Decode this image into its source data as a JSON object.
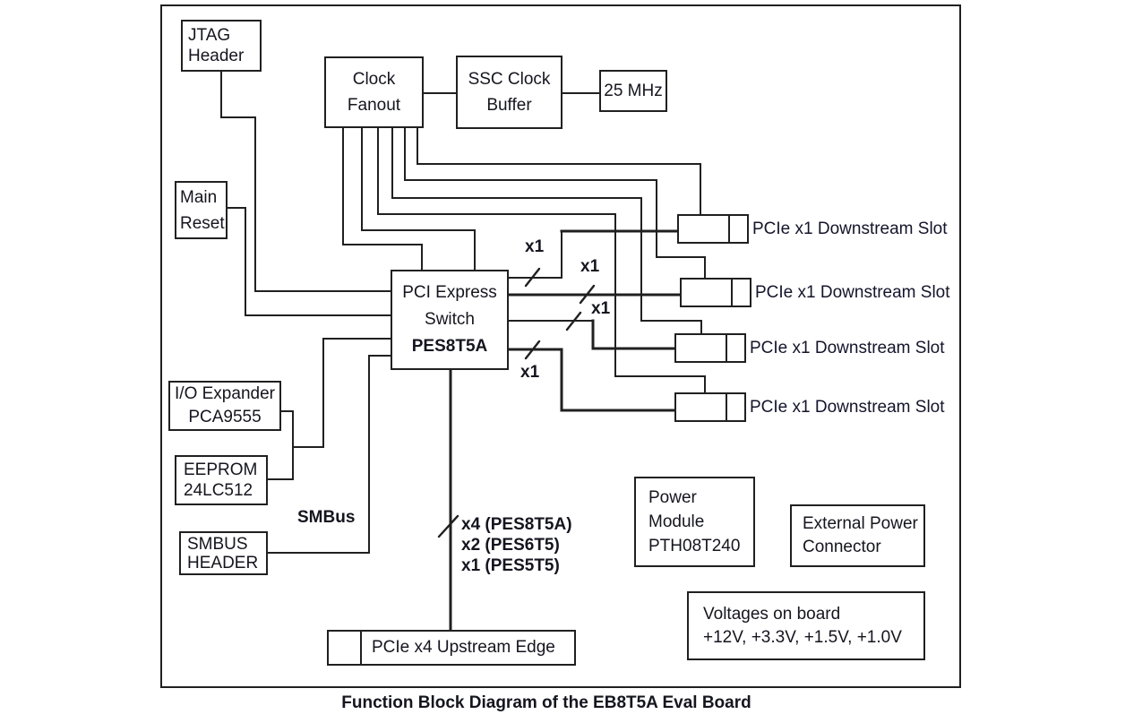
{
  "diagram": {
    "caption": "Function Block Diagram of the EB8T5A Eval Board",
    "boxes": {
      "jtag": {
        "line1": "JTAG",
        "line2": "Header"
      },
      "clock_fanout": {
        "line1": "Clock",
        "line2": "Fanout"
      },
      "ssc_clock_buffer": {
        "line1": "SSC Clock",
        "line2": "Buffer"
      },
      "clock_25mhz": {
        "label": "25 MHz"
      },
      "main_reset": {
        "line1": "Main",
        "line2": "Reset"
      },
      "pci_switch": {
        "line1": "PCI Express",
        "line2": "Switch",
        "line3": "PES8T5A"
      },
      "io_expander": {
        "line1": "I/O Expander",
        "line2": "PCA9555"
      },
      "eeprom": {
        "line1": "EEPROM",
        "line2": "24LC512"
      },
      "smbus_header": {
        "line1": "SMBUS",
        "line2": "HEADER"
      },
      "power_module": {
        "line1": "Power",
        "line2": "Module",
        "line3": "PTH08T240"
      },
      "external_power": {
        "line1": "External Power",
        "line2": "Connector"
      },
      "voltages": {
        "line1": "Voltages on board",
        "line2": "+12V, +3.3V, +1.5V, +1.0V"
      },
      "upstream_edge": {
        "label": "PCIe x4 Upstream Edge"
      }
    },
    "slots": [
      {
        "label": "PCIe x1 Downstream Slot"
      },
      {
        "label": "PCIe x1 Downstream Slot"
      },
      {
        "label": "PCIe x1 Downstream Slot"
      },
      {
        "label": "PCIe x1 Downstream Slot"
      }
    ],
    "lane_labels": {
      "lane1": "x1",
      "lane2": "x1",
      "lane3": "x1",
      "lane4": "x1"
    },
    "bus_labels": {
      "smbus": "SMBus"
    },
    "upstream_lanes": {
      "line1": "x4 (PES8T5A)",
      "line2": "x2 (PES6T5)",
      "line3": "x1 (PES5T5)"
    },
    "colors": {
      "line": "#202020",
      "text": "#15151f",
      "background": "#ffffff"
    }
  }
}
